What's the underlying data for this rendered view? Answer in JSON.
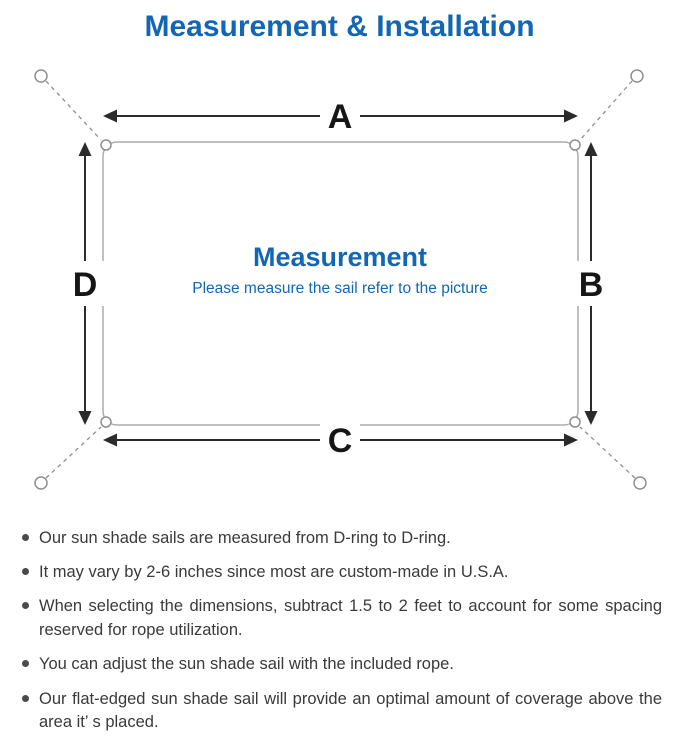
{
  "page": {
    "title": "Measurement & Installation"
  },
  "diagram": {
    "dimension_labels": {
      "top": "A",
      "right": "B",
      "bottom": "C",
      "left": "D"
    },
    "center_title": "Measurement",
    "center_subtitle": "Please measure the sail refer to the picture"
  },
  "notes": {
    "items": [
      "Our sun shade sails are measured from D-ring to D-ring.",
      "It may vary by 2-6 inches since most are custom-made in U.S.A.",
      "When selecting the dimensions, subtract 1.5 to 2 feet to account for some spacing reserved for rope utilization.",
      "You can adjust the sun shade sail with the included rope.",
      "Our flat-edged sun shade sail will provide an optimal amount of coverage above the area it’ s placed."
    ]
  },
  "colors": {
    "accent_blue": "#1266b3",
    "line_gray": "#8f8f8f",
    "arrow_dark": "#2b2b2b",
    "text_dark": "#3a3a3a"
  }
}
